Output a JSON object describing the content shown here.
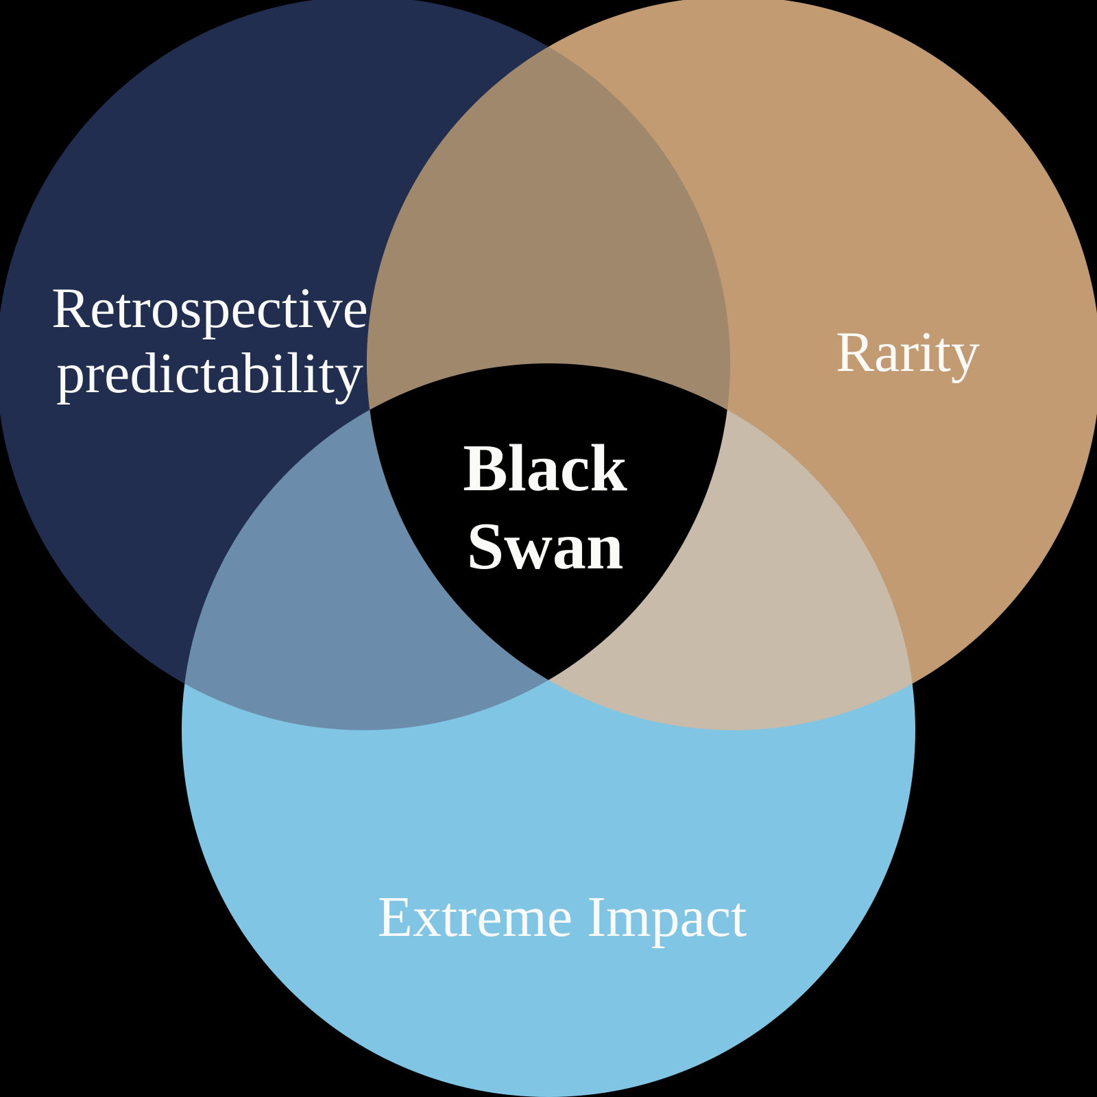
{
  "diagram": {
    "type": "venn",
    "topic": "Black Swan",
    "background_color": "#000000",
    "label_text_color": "#FAFAF8",
    "regions": [
      {
        "name": "retrospective-predictability",
        "label_lines": [
          "Retrospective",
          "predictability"
        ],
        "color": "#212E50"
      },
      {
        "name": "rarity",
        "label_lines": [
          "Rarity"
        ],
        "color": "#C29B73"
      },
      {
        "name": "extreme-impact",
        "label_lines": [
          "Extreme Impact"
        ],
        "color": "#80C5E3"
      }
    ],
    "overlaps": [
      {
        "name": "retrospective-predictability+rarity",
        "color": "#9F886B"
      },
      {
        "name": "retrospective-predictability+extreme-impact",
        "color": "#6B8CAA"
      },
      {
        "name": "rarity+extreme-impact",
        "color": "#C8BBAA"
      }
    ],
    "center": {
      "name": "black-swan",
      "label_lines": [
        "Black",
        "Swan"
      ],
      "color": "#000000"
    }
  }
}
